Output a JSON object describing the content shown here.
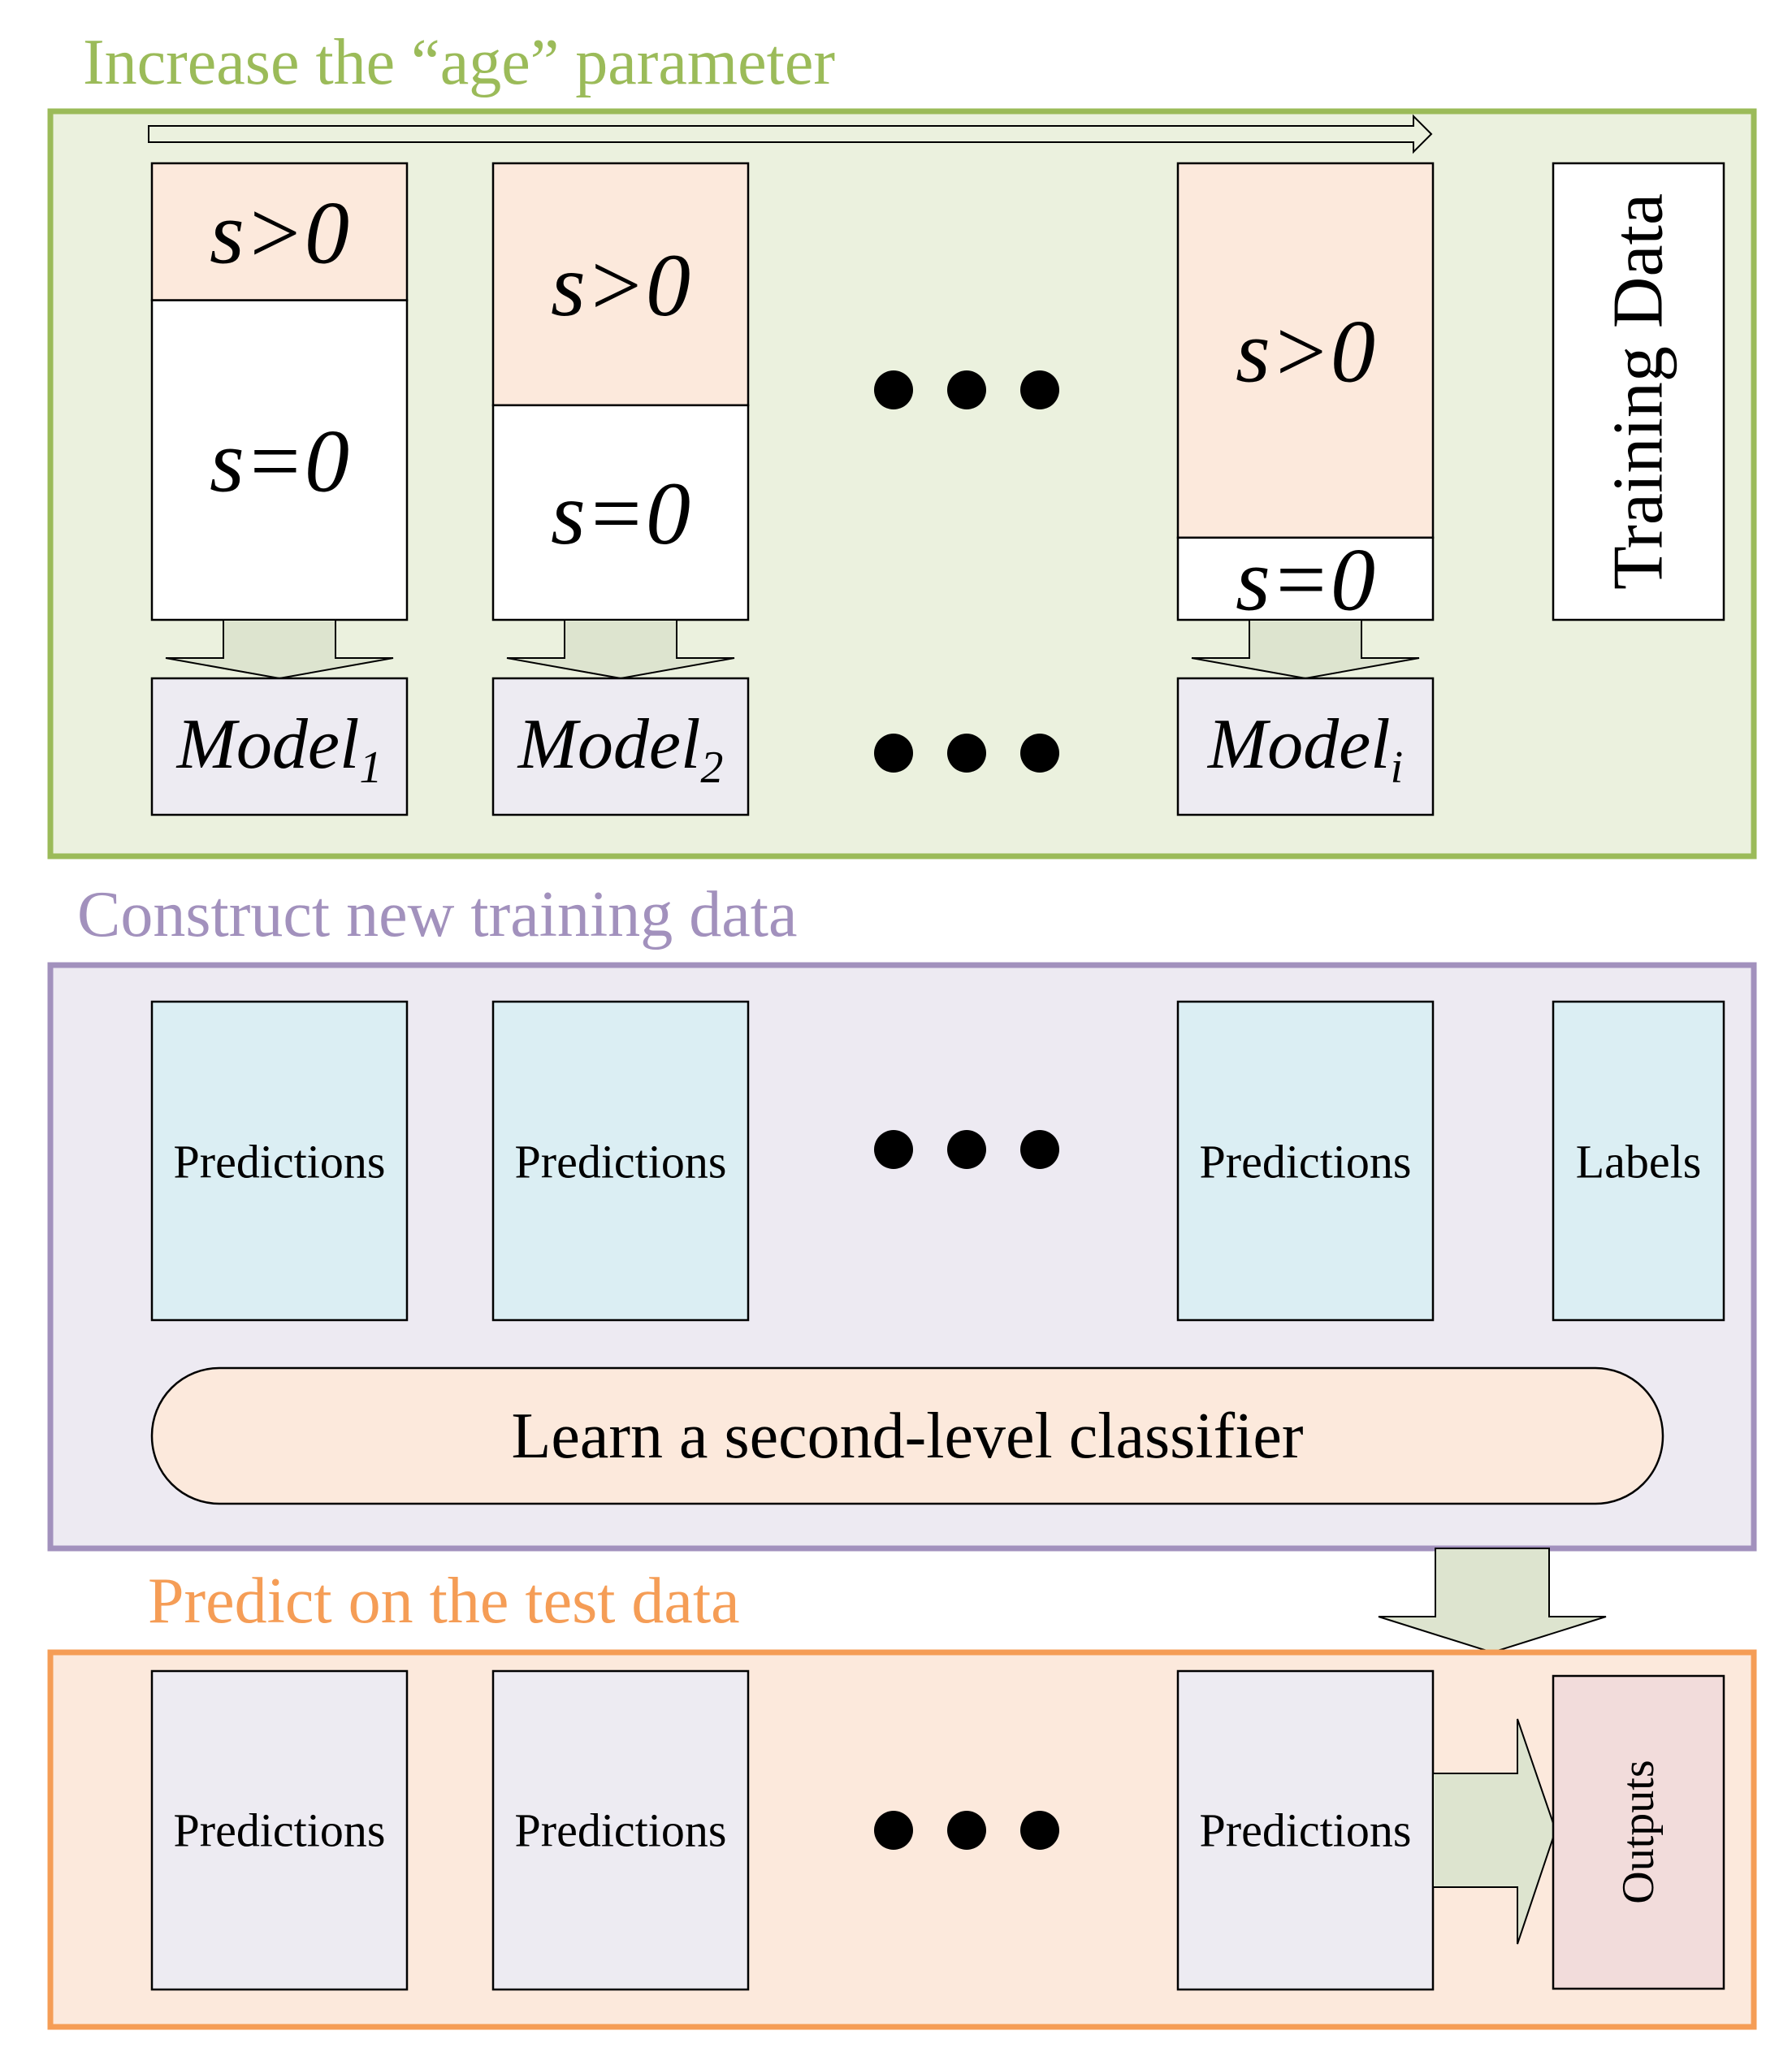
{
  "sections": {
    "training": {
      "title": "Increase the “age” parameter",
      "color": "#9bbb59",
      "fill": "#ebf1de",
      "splits": [
        {
          "positive": "s>0",
          "zero": "s=0",
          "positive_share": 0.3
        },
        {
          "positive": "s>0",
          "zero": "s=0",
          "positive_share": 0.53
        },
        {
          "positive": "s>0",
          "zero": "s=0",
          "positive_share": 0.82
        }
      ],
      "models": [
        {
          "name": "Model",
          "sub": "1"
        },
        {
          "name": "Model",
          "sub": "2"
        },
        {
          "name": "Model",
          "sub": "i"
        }
      ],
      "data_label": "Training Data"
    },
    "construct": {
      "title": "Construct new training data",
      "color": "#a291bd",
      "fill": "#edeaf2",
      "predictions": [
        "Predictions",
        "Predictions",
        "Predictions"
      ],
      "labels": "Labels",
      "classifier": "Learn a second-level classifier"
    },
    "predict": {
      "title": "Predict on the test data",
      "color": "#f59d56",
      "fill": "#fce9dc",
      "predictions": [
        "Predictions",
        "Predictions",
        "Predictions"
      ],
      "outputs": "Outputs"
    }
  },
  "colors": {
    "positive": "#fce9dc",
    "zero": "#ffffff",
    "model": "#edebf2",
    "prediction_construct": "#dbeef3",
    "prediction_test": "#edebf2",
    "outputs": "#f2dcdb",
    "arrow": "#dde4cf",
    "classifier": "#fce9dc"
  }
}
